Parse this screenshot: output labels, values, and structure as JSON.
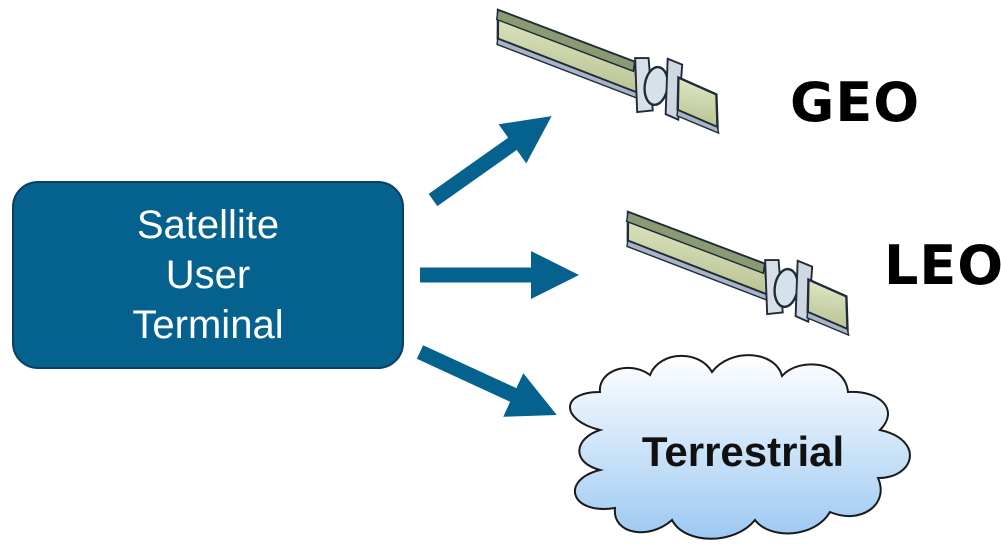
{
  "terminal": {
    "lines": [
      "Satellite",
      "User",
      "Terminal"
    ]
  },
  "destinations": {
    "geo": "GEO",
    "leo": "LEO",
    "terrestrial": "Terrestrial"
  },
  "colors": {
    "terminal_fill": "#05628f",
    "arrow": "#05628f",
    "cloud_top": "#ffffff",
    "cloud_bottom": "#9cc9f2",
    "satellite_body": "#cfd8b0"
  },
  "icons": [
    "satellite-geo-icon",
    "satellite-leo-icon",
    "cloud-icon",
    "arrow-icon"
  ]
}
